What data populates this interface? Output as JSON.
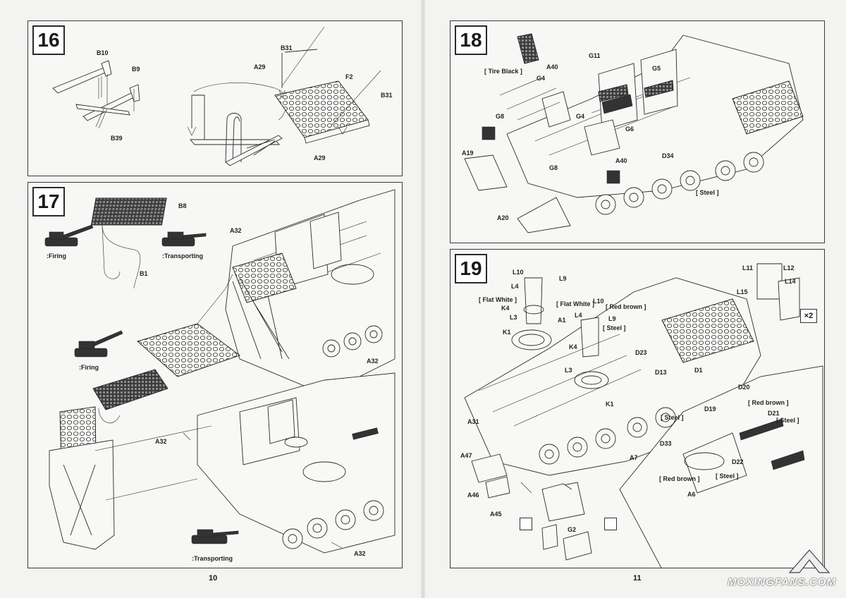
{
  "pages": {
    "left_number": "10",
    "right_number": "11"
  },
  "step16": {
    "number": "16",
    "labels": [
      "B10",
      "B9",
      "B39",
      "B31",
      "A29",
      "F2",
      "B31",
      "A29"
    ]
  },
  "step17": {
    "number": "17",
    "labels": [
      "B8",
      "B1",
      "A32",
      "A32",
      "A32",
      "A32"
    ],
    "firing_1": ":Firing",
    "transporting_1": ":Transporting",
    "firing_2": ":Firing",
    "transporting_2": ":Transporting"
  },
  "step18": {
    "number": "18",
    "labels": [
      "A40",
      "G11",
      "G5",
      "G4",
      "G8",
      "G4",
      "G6",
      "D34",
      "A19",
      "G8",
      "A40",
      "A20"
    ],
    "tire_black": "[ Tire Black ]",
    "steel": "[ Steel ]"
  },
  "step19": {
    "number": "19",
    "labels": [
      "L10",
      "L9",
      "L4",
      "K4",
      "L3",
      "K1",
      "A1",
      "L10",
      "L4",
      "L9",
      "K4",
      "L3",
      "K1",
      "D23",
      "D13",
      "D1",
      "D19",
      "D20",
      "D21",
      "D33",
      "D22",
      "A6",
      "A7",
      "A31",
      "A47",
      "A46",
      "A45",
      "G2",
      "L11",
      "L12",
      "L15",
      "L14"
    ],
    "flat_white_1": "[ Flat White ]",
    "flat_white_2": "[ Flat White ]",
    "red_brown_1": "[ Red brown ]",
    "red_brown_2": "[ Red brown ]",
    "red_brown_3": "[ Red brown ]",
    "steel_1": "[ Steel ]",
    "steel_2": "[ Steel ]",
    "steel_3": "[ Steel ]",
    "steel_4": "[ Steel ]",
    "multiplier": "×2"
  },
  "watermark": "MOXINGFANS.COM"
}
